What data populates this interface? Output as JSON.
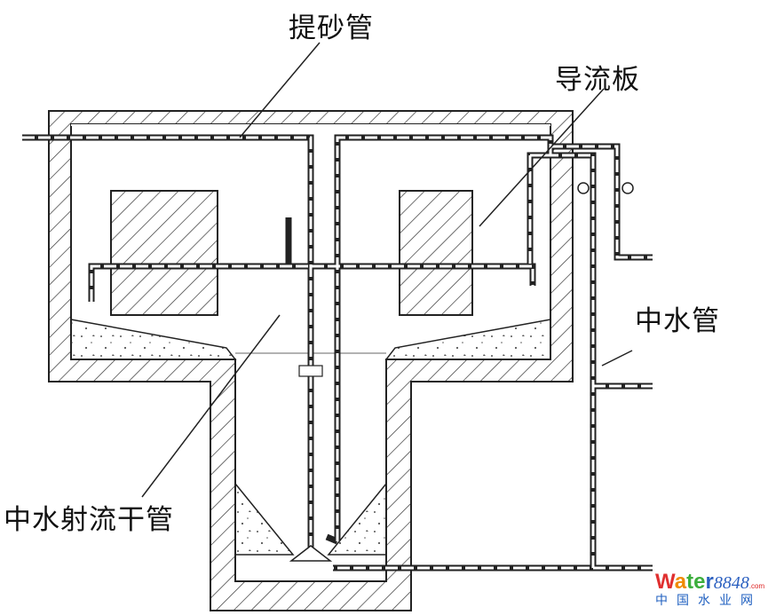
{
  "labels": {
    "sand_pipe": "提砂管",
    "baffle": "导流板",
    "reclaimed_water_pipe": "中水管",
    "jet_main_pipe": "中水射流干管"
  },
  "watermark": {
    "brand_w": "W",
    "brand_a": "a",
    "brand_t": "t",
    "brand_e": "e",
    "brand_r": "r",
    "brand_num": "8848",
    "brand_suffix": ".com",
    "subtitle": "中国水业网"
  }
}
